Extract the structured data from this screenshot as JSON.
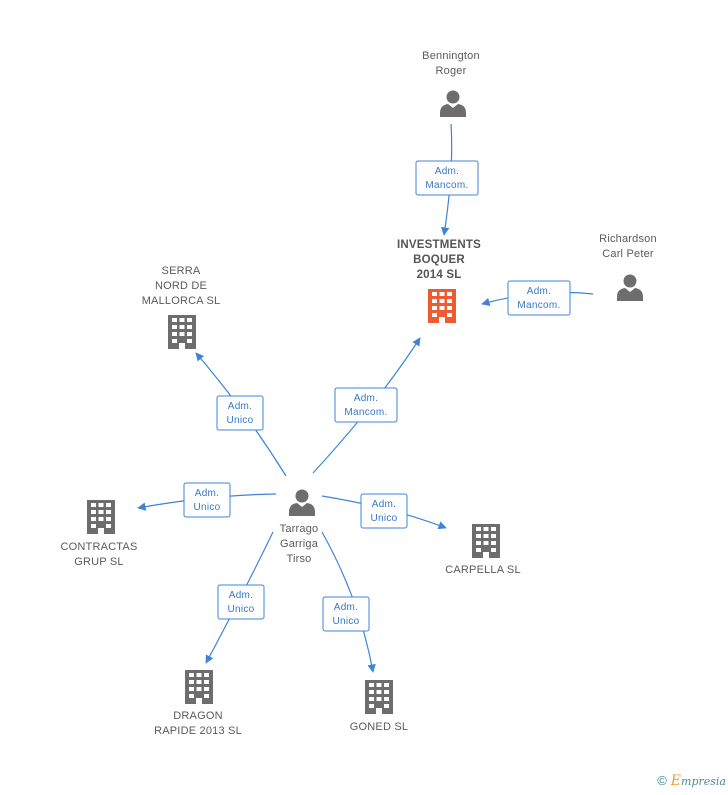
{
  "nodes": [
    {
      "id": "investments",
      "type": "company",
      "lines": [
        "INVESTMENTS",
        "BOQUER",
        "2014  SL"
      ],
      "main": true,
      "color": "#f05a30"
    },
    {
      "id": "bennington",
      "type": "person",
      "lines": [
        "Bennington",
        "Roger"
      ]
    },
    {
      "id": "richardson",
      "type": "person",
      "lines": [
        "Richardson",
        "Carl Peter"
      ]
    },
    {
      "id": "serra",
      "type": "company",
      "lines": [
        "SERRA",
        "NORD DE",
        "MALLORCA SL"
      ]
    },
    {
      "id": "tarrago",
      "type": "person",
      "lines": [
        "Tarrago",
        "Garriga",
        "Tirso"
      ]
    },
    {
      "id": "contractas",
      "type": "company",
      "lines": [
        "CONTRACTAS",
        "GRUP SL"
      ]
    },
    {
      "id": "carpella",
      "type": "company",
      "lines": [
        "CARPELLA SL"
      ]
    },
    {
      "id": "dragon",
      "type": "company",
      "lines": [
        "DRAGON",
        "RAPIDE 2013 SL"
      ]
    },
    {
      "id": "goned",
      "type": "company",
      "lines": [
        "GONED SL"
      ]
    }
  ],
  "edges": [
    {
      "from": "bennington",
      "to": "investments",
      "lines": [
        "Adm.",
        "Mancom."
      ]
    },
    {
      "from": "richardson",
      "to": "investments",
      "lines": [
        "Adm.",
        "Mancom."
      ]
    },
    {
      "from": "tarrago",
      "to": "investments",
      "lines": [
        "Adm.",
        "Mancom."
      ]
    },
    {
      "from": "tarrago",
      "to": "serra",
      "lines": [
        "Adm.",
        "Unico"
      ]
    },
    {
      "from": "tarrago",
      "to": "contractas",
      "lines": [
        "Adm.",
        "Unico"
      ]
    },
    {
      "from": "tarrago",
      "to": "carpella",
      "lines": [
        "Adm.",
        "Unico"
      ]
    },
    {
      "from": "tarrago",
      "to": "dragon",
      "lines": [
        "Adm.",
        "Unico"
      ]
    },
    {
      "from": "tarrago",
      "to": "goned",
      "lines": [
        "Adm.",
        "Unico"
      ]
    }
  ],
  "colors": {
    "edge": "#3d84d8",
    "icon": "#6d6d6d",
    "main": "#f05a30"
  },
  "footer": {
    "copyright": "©",
    "brand_initial": "E",
    "brand_rest": "mpresia"
  }
}
